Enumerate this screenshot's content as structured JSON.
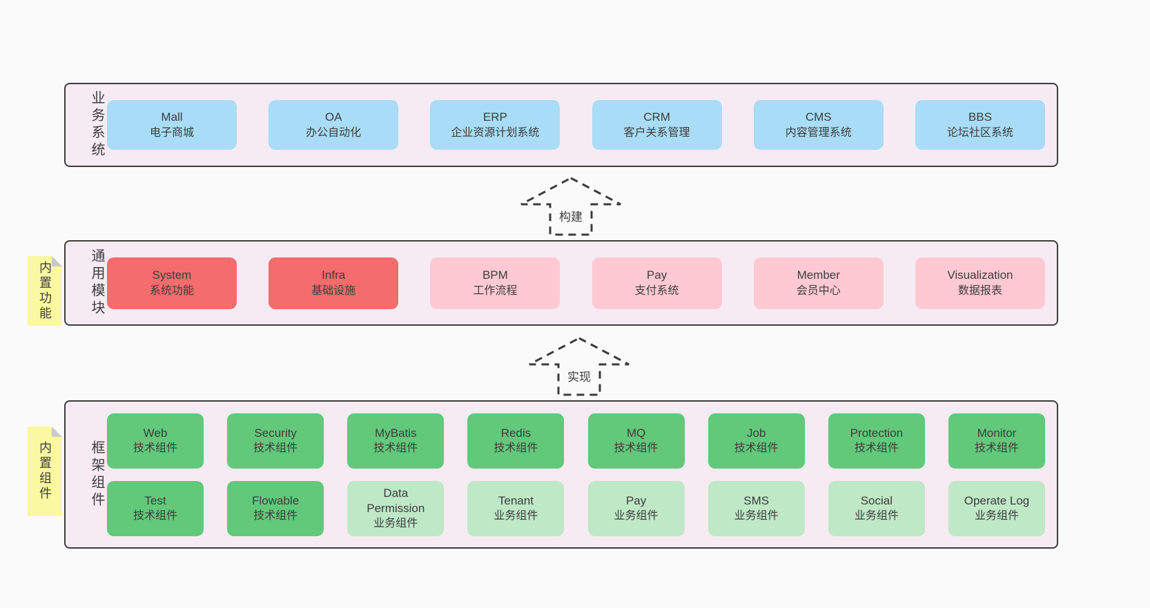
{
  "colors": {
    "bg": "#fafafa",
    "panel": "#f6ebf3",
    "border": "#3b3b3b",
    "text": "#3c3c3c",
    "blue": "#a9dcf6",
    "red": "#f56c6c",
    "pink": "#ffc9d3",
    "green-dark": "#62c87a",
    "green-light": "#bfe8c7",
    "yellow": "#faf8a0",
    "fold": "#c9c9c9"
  },
  "layers": [
    {
      "label": "业务系统",
      "boxes": [
        {
          "title": "Mall",
          "subtitle": "电子商城",
          "variant": "blue"
        },
        {
          "title": "OA",
          "subtitle": "办公自动化",
          "variant": "blue"
        },
        {
          "title": "ERP",
          "subtitle": "企业资源计划系统",
          "variant": "blue"
        },
        {
          "title": "CRM",
          "subtitle": "客户关系管理",
          "variant": "blue"
        },
        {
          "title": "CMS",
          "subtitle": "内容管理系统",
          "variant": "blue"
        },
        {
          "title": "BBS",
          "subtitle": "论坛社区系统",
          "variant": "blue"
        }
      ]
    },
    {
      "label": "通用模块",
      "note": "内置功能",
      "boxes": [
        {
          "title": "System",
          "subtitle": "系统功能",
          "variant": "red"
        },
        {
          "title": "Infra",
          "subtitle": "基础设施",
          "variant": "red"
        },
        {
          "title": "BPM",
          "subtitle": "工作流程",
          "variant": "pink"
        },
        {
          "title": "Pay",
          "subtitle": "支付系统",
          "variant": "pink"
        },
        {
          "title": "Member",
          "subtitle": "会员中心",
          "variant": "pink"
        },
        {
          "title": "Visualization",
          "subtitle": "数据报表",
          "variant": "pink"
        }
      ]
    },
    {
      "label": "框架组件",
      "note": "内置组件",
      "rows": [
        [
          {
            "title": "Web",
            "subtitle": "技术组件",
            "variant": "green-dark"
          },
          {
            "title": "Security",
            "subtitle": "技术组件",
            "variant": "green-dark"
          },
          {
            "title": "MyBatis",
            "subtitle": "技术组件",
            "variant": "green-dark"
          },
          {
            "title": "Redis",
            "subtitle": "技术组件",
            "variant": "green-dark"
          },
          {
            "title": "MQ",
            "subtitle": "技术组件",
            "variant": "green-dark"
          },
          {
            "title": "Job",
            "subtitle": "技术组件",
            "variant": "green-dark"
          },
          {
            "title": "Protection",
            "subtitle": "技术组件",
            "variant": "green-dark"
          },
          {
            "title": "Monitor",
            "subtitle": "技术组件",
            "variant": "green-dark"
          }
        ],
        [
          {
            "title": "Test",
            "subtitle": "技术组件",
            "variant": "green-dark"
          },
          {
            "title": "Flowable",
            "subtitle": "技术组件",
            "variant": "green-dark"
          },
          {
            "title": "Data Permission",
            "subtitle": "业务组件",
            "variant": "green-light"
          },
          {
            "title": "Tenant",
            "subtitle": "业务组件",
            "variant": "green-light"
          },
          {
            "title": "Pay",
            "subtitle": "业务组件",
            "variant": "green-light"
          },
          {
            "title": "SMS",
            "subtitle": "业务组件",
            "variant": "green-light"
          },
          {
            "title": "Social",
            "subtitle": "业务组件",
            "variant": "green-light"
          },
          {
            "title": "Operate Log",
            "subtitle": "业务组件",
            "variant": "green-light"
          }
        ]
      ]
    }
  ],
  "arrows": [
    {
      "label": "构建"
    },
    {
      "label": "实现"
    }
  ]
}
